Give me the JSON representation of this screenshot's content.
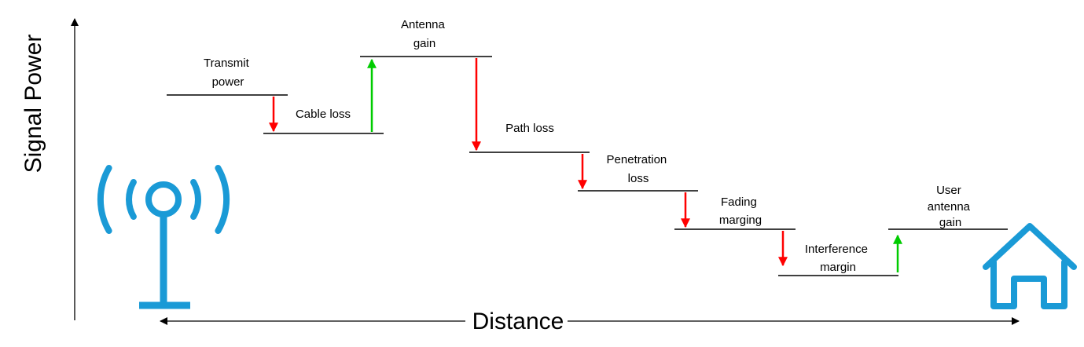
{
  "axes": {
    "y_label": "Signal Power",
    "x_label": "Distance"
  },
  "stages": {
    "transmit_power": [
      "Transmit",
      "power"
    ],
    "cable_loss": [
      "Cable loss"
    ],
    "antenna_gain": [
      "Antenna",
      "gain"
    ],
    "path_loss": [
      "Path loss"
    ],
    "penetration_loss": [
      "Penetration",
      "loss"
    ],
    "fading_marging": [
      "Fading",
      "marging"
    ],
    "interference_margin": [
      "Interference",
      "margin"
    ],
    "user_antenna_gain": [
      "User",
      "antenna",
      "gain"
    ]
  },
  "colors": {
    "loss_arrow": "#ff0000",
    "gain_arrow": "#00cc00",
    "icon": "#1a9ad6",
    "line": "#000000"
  },
  "icons": {
    "transmitter": "radio-tower-icon",
    "receiver": "house-icon"
  }
}
